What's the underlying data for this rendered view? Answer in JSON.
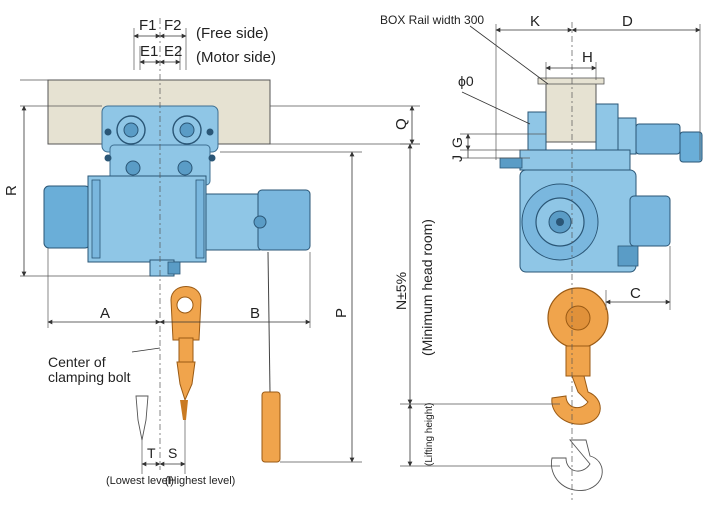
{
  "colors": {
    "hoist_blue": "#8fc6e6",
    "hoist_blue_dark": "#5a9cc6",
    "hook_orange": "#f0a44c",
    "hook_orange_dark": "#c97a22",
    "rail_beige": "#e6e2d2",
    "line": "#333333"
  },
  "labels": {
    "F1": "F1",
    "F2": "F2",
    "free_side": "(Free side)",
    "E1": "E1",
    "E2": "E2",
    "motor_side": "(Motor side)",
    "R": "R",
    "A": "A",
    "B": "B",
    "P": "P",
    "Q": "Q",
    "center_of": "Center of",
    "clamping_bolt": "clamping bolt",
    "T": "T",
    "S": "S",
    "lowest_level": "(Lowest level)",
    "highest_level": "(Highest level)",
    "box_rail": "BOX Rail width 300",
    "K": "K",
    "D": "D",
    "H": "H",
    "phi0": "ϕ0",
    "J": "J",
    "G": "G",
    "C": "C",
    "N": "N±5%",
    "min_head_room": "(Minimum head room)",
    "lifting_height": "(Lifting height)"
  }
}
